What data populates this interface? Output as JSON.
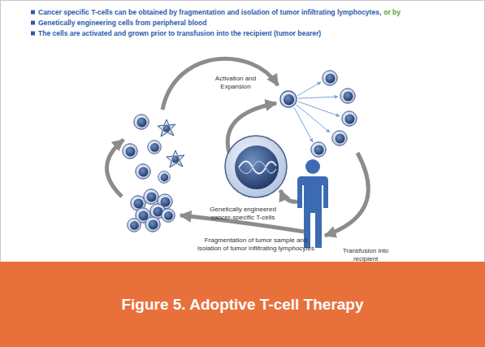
{
  "diagram": {
    "caption": "Figure 5. Adoptive T-cell Therapy",
    "labels": [
      "Cancer specific T-cells can be obtained by fragmentation and isolation of tumor infiltrating lymphocytes,",
      "or by",
      "Genetically engineering cells from peripheral blood",
      "The cells are activated and grown prior to transfusion into the recipient (tumor bearer)",
      "Activation and Expansion",
      "Genetically engineered cancer-specific T-cells",
      "Fragmentation of tumor sample and isolation of tumor infiltrating lymphocytes",
      "Transfusion into recipient"
    ]
  }
}
